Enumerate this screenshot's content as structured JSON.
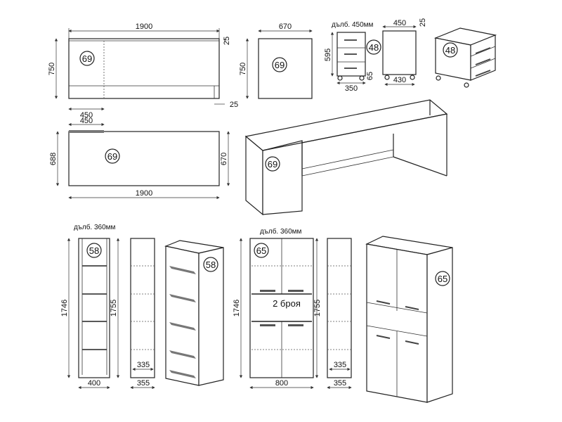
{
  "desk": {
    "code": "69",
    "width_top": "1900",
    "leg_offset": "25",
    "height_front": "750",
    "side_depth": "670",
    "side_height": "750",
    "side_offset": "25",
    "support_width": "450",
    "plan_support": "450",
    "plan_depth": "688",
    "plan_depth_right": "670",
    "plan_width": "1900"
  },
  "pedestal": {
    "code": "48",
    "depth_note": "дълб. 450мм",
    "height": "595",
    "front_width": "350",
    "plinth": "65",
    "side_depth": "450",
    "side_top_gap": "25",
    "side_bottom": "430"
  },
  "bookcase": {
    "code": "58",
    "depth_note": "дълб. 360мм",
    "front_height": "1746",
    "side_height": "1755",
    "front_width": "400",
    "side_inner": "335",
    "side_width": "355"
  },
  "cabinet": {
    "code": "65",
    "depth_note": "дълб. 360мм",
    "front_height": "1746",
    "side_height": "1755",
    "front_width": "800",
    "count_note": "2 броя",
    "side_inner": "335",
    "side_width": "355"
  }
}
